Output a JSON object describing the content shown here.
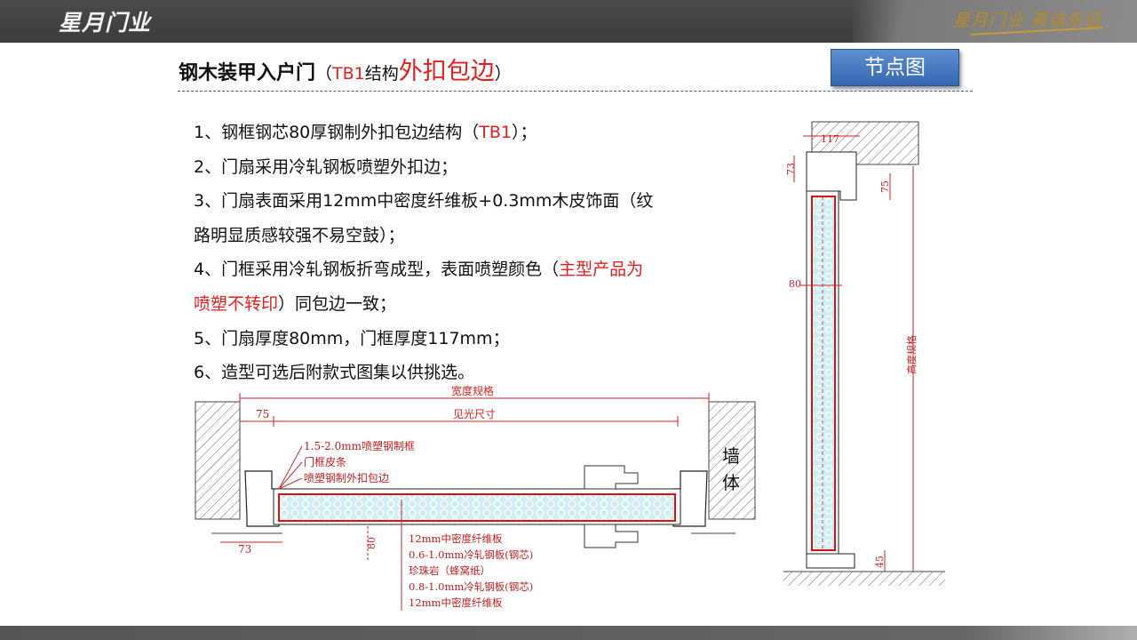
{
  "header": {
    "logo": "星月门业",
    "slogan": "星月门业 真诚永远"
  },
  "title": {
    "main": "钢木装甲入户门",
    "open_paren": "（",
    "code": "TB1",
    "struct": "结构",
    "emphasis": "外扣包边",
    "close_paren": "）"
  },
  "button": {
    "label": "节点图"
  },
  "description": {
    "line1_a": "1、钢框钢芯80厚钢制外扣包边结构（",
    "line1_code": "TB1",
    "line1_b": "）；",
    "line2": "2、门扇采用冷轧钢板喷塑外扣边；",
    "line3": "3、门扇表面采用12mm中密度纤维板+0.3mm木皮饰面（纹",
    "line3b": "路明显质感较强不易空鼓）；",
    "line4_a": "4、门框采用冷轧钢板折弯成型，表面喷塑颜色（",
    "line4_red": "主型产品为",
    "line4b_red": "喷塑不转印",
    "line4b_b": "）同包边一致；",
    "line5": "5、门扇厚度80mm，门框厚度117mm；",
    "line6": "6、造型可选后附款式图集以供挑选。"
  },
  "plan_drawing": {
    "width_label": "宽度规格",
    "clear_label": "见光尺寸",
    "dim_75": "75",
    "dim_73": "73",
    "dim_80": "80",
    "wall_label_1": "墙",
    "wall_label_2": "体",
    "callouts_top": [
      "1.5-2.0mm喷塑钢制框",
      "门框皮条",
      "喷塑钢制外扣包边"
    ],
    "callouts_bottom": [
      "12mm中密度纤维板",
      "0.6-1.0mm冷轧钢板(钢芯)",
      "珍珠岩（蜂窝纸）",
      "0.8-1.0mm冷轧钢板(钢芯)",
      "12mm中密度纤维板"
    ]
  },
  "section_drawing": {
    "dim_117": "117",
    "dim_73": "73",
    "dim_75": "75",
    "dim_80": "80",
    "dim_45": "45",
    "height_label": "高度规格"
  }
}
